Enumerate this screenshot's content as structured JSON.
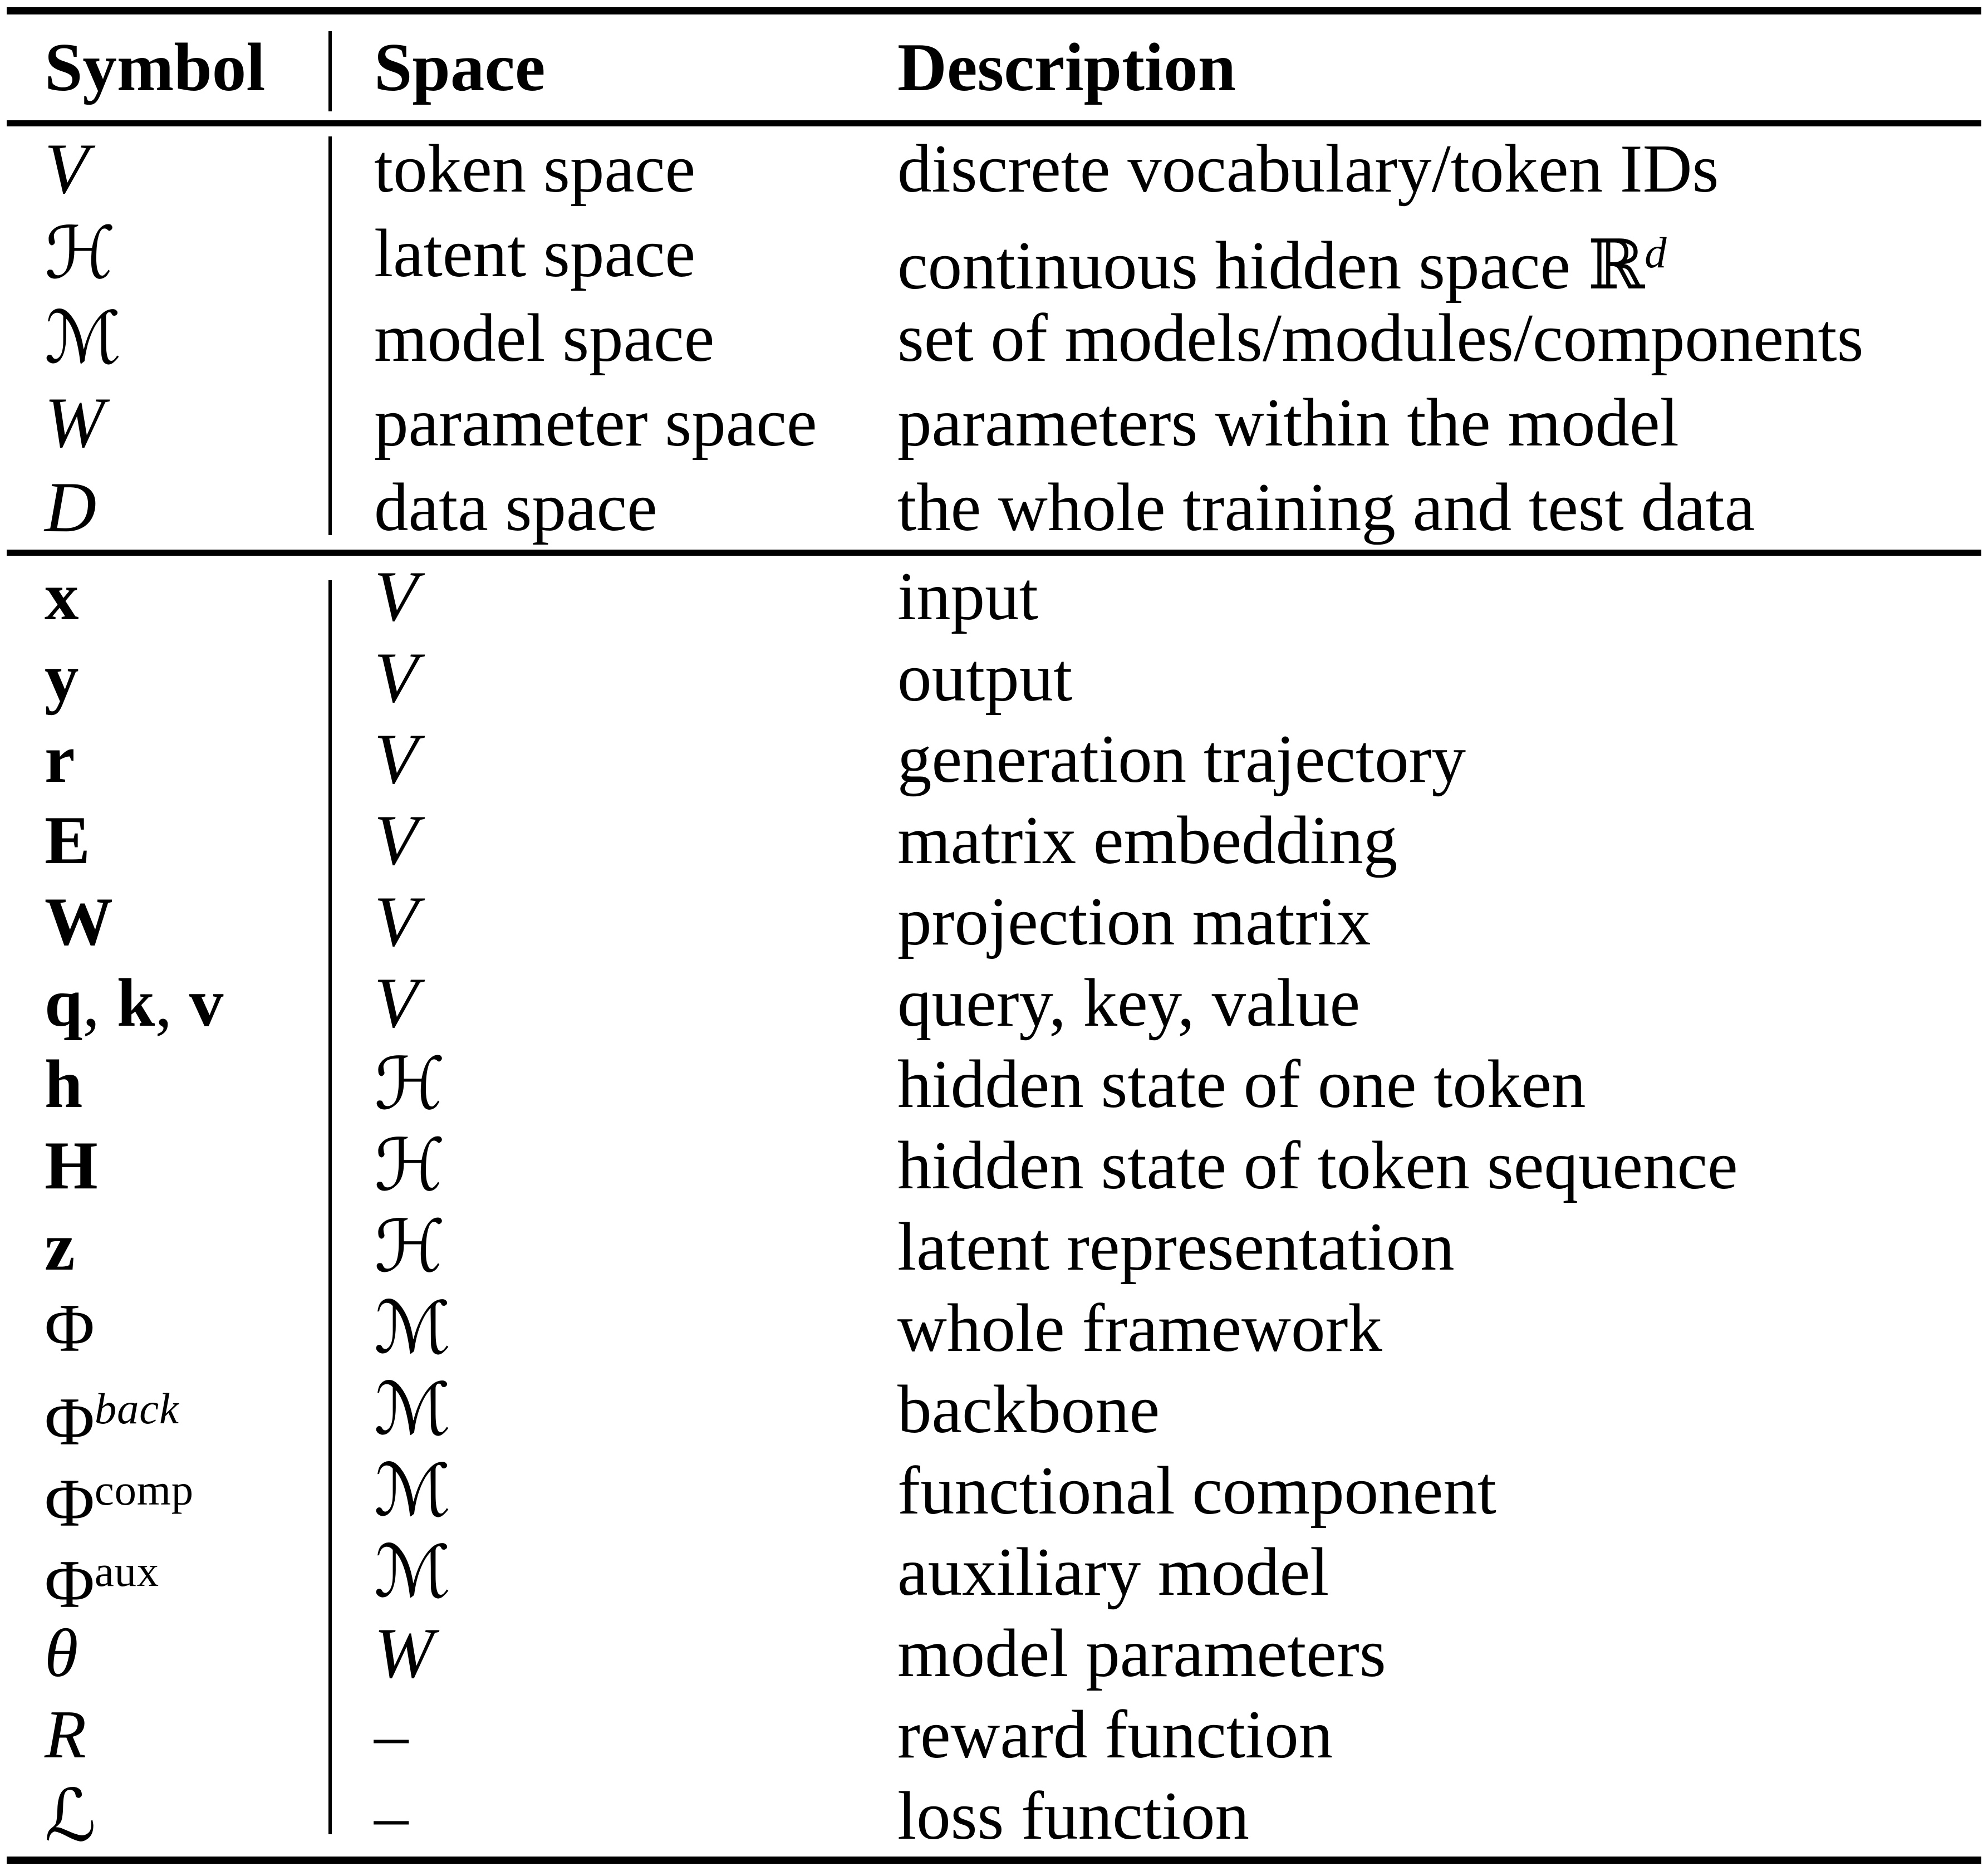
{
  "table": {
    "headers": [
      "Symbol",
      "Space",
      "Description"
    ],
    "rule_color": "#000000",
    "background_color": "#ffffff",
    "sections": [
      {
        "rows": [
          {
            "symbol": [
              {
                "t": "V",
                "s": "cal"
              }
            ],
            "space": [
              {
                "t": "token space"
              }
            ],
            "description": [
              {
                "t": "discrete vocabulary/token IDs"
              }
            ]
          },
          {
            "symbol": [
              {
                "t": "ℋ",
                "s": "glyph"
              }
            ],
            "space": [
              {
                "t": "latent space"
              }
            ],
            "description": [
              {
                "t": "continuous hidden space "
              },
              {
                "t": "ℝ",
                "s": "bb"
              },
              {
                "t": "d",
                "s": "supi"
              }
            ]
          },
          {
            "symbol": [
              {
                "t": "ℳ",
                "s": "glyph"
              }
            ],
            "space": [
              {
                "t": "model space"
              }
            ],
            "description": [
              {
                "t": "set of models/modules/components"
              }
            ]
          },
          {
            "symbol": [
              {
                "t": "W",
                "s": "cal"
              }
            ],
            "space": [
              {
                "t": "parameter space"
              }
            ],
            "description": [
              {
                "t": "parameters within the model"
              }
            ]
          },
          {
            "symbol": [
              {
                "t": "D",
                "s": "cal"
              }
            ],
            "space": [
              {
                "t": "data space"
              }
            ],
            "description": [
              {
                "t": "the whole training and test data"
              }
            ]
          }
        ]
      },
      {
        "rows": [
          {
            "symbol": [
              {
                "t": "x",
                "s": "b"
              }
            ],
            "space": [
              {
                "t": "V",
                "s": "cal"
              }
            ],
            "description": [
              {
                "t": "input"
              }
            ]
          },
          {
            "symbol": [
              {
                "t": "y",
                "s": "b"
              }
            ],
            "space": [
              {
                "t": "V",
                "s": "cal"
              }
            ],
            "description": [
              {
                "t": "output"
              }
            ]
          },
          {
            "symbol": [
              {
                "t": "r",
                "s": "b"
              }
            ],
            "space": [
              {
                "t": "V",
                "s": "cal"
              }
            ],
            "description": [
              {
                "t": "generation trajectory"
              }
            ]
          },
          {
            "symbol": [
              {
                "t": "E",
                "s": "b"
              }
            ],
            "space": [
              {
                "t": "V",
                "s": "cal"
              }
            ],
            "description": [
              {
                "t": "matrix embedding"
              }
            ]
          },
          {
            "symbol": [
              {
                "t": "W",
                "s": "b"
              }
            ],
            "space": [
              {
                "t": "V",
                "s": "cal"
              }
            ],
            "description": [
              {
                "t": "projection matrix"
              }
            ]
          },
          {
            "symbol": [
              {
                "t": "q",
                "s": "b"
              },
              {
                "t": ", "
              },
              {
                "t": "k",
                "s": "b"
              },
              {
                "t": ", "
              },
              {
                "t": "v",
                "s": "b"
              }
            ],
            "space": [
              {
                "t": "V",
                "s": "cal"
              }
            ],
            "description": [
              {
                "t": "query, key, value"
              }
            ]
          },
          {
            "symbol": [
              {
                "t": "h",
                "s": "b"
              }
            ],
            "space": [
              {
                "t": "ℋ",
                "s": "glyph"
              }
            ],
            "description": [
              {
                "t": "hidden state of one token"
              }
            ]
          },
          {
            "symbol": [
              {
                "t": "H",
                "s": "b"
              }
            ],
            "space": [
              {
                "t": "ℋ",
                "s": "glyph"
              }
            ],
            "description": [
              {
                "t": "hidden state of token sequence"
              }
            ]
          },
          {
            "symbol": [
              {
                "t": "z",
                "s": "b"
              }
            ],
            "space": [
              {
                "t": "ℋ",
                "s": "glyph"
              }
            ],
            "description": [
              {
                "t": "latent representation"
              }
            ]
          },
          {
            "symbol": [
              {
                "t": "Φ"
              }
            ],
            "space": [
              {
                "t": "ℳ",
                "s": "glyph"
              }
            ],
            "description": [
              {
                "t": "whole framework"
              }
            ]
          },
          {
            "symbol": [
              {
                "t": "Φ"
              },
              {
                "t": "back",
                "s": "supi"
              }
            ],
            "space": [
              {
                "t": "ℳ",
                "s": "glyph"
              }
            ],
            "description": [
              {
                "t": "backbone"
              }
            ]
          },
          {
            "symbol": [
              {
                "t": "Φ"
              },
              {
                "t": "comp",
                "s": "sup"
              }
            ],
            "space": [
              {
                "t": "ℳ",
                "s": "glyph"
              }
            ],
            "description": [
              {
                "t": "functional component"
              }
            ]
          },
          {
            "symbol": [
              {
                "t": "Φ"
              },
              {
                "t": "aux",
                "s": "sup"
              }
            ],
            "space": [
              {
                "t": "ℳ",
                "s": "glyph"
              }
            ],
            "description": [
              {
                "t": "auxiliary model"
              }
            ]
          },
          {
            "symbol": [
              {
                "t": "θ",
                "s": "i"
              }
            ],
            "space": [
              {
                "t": "W",
                "s": "cal"
              }
            ],
            "description": [
              {
                "t": "model parameters"
              }
            ]
          },
          {
            "symbol": [
              {
                "t": "R",
                "s": "i"
              }
            ],
            "space": [
              {
                "t": "–"
              }
            ],
            "description": [
              {
                "t": "reward function"
              }
            ]
          },
          {
            "symbol": [
              {
                "t": "ℒ",
                "s": "glyph"
              }
            ],
            "space": [
              {
                "t": "–"
              }
            ],
            "description": [
              {
                "t": "loss function"
              }
            ]
          }
        ]
      }
    ]
  }
}
